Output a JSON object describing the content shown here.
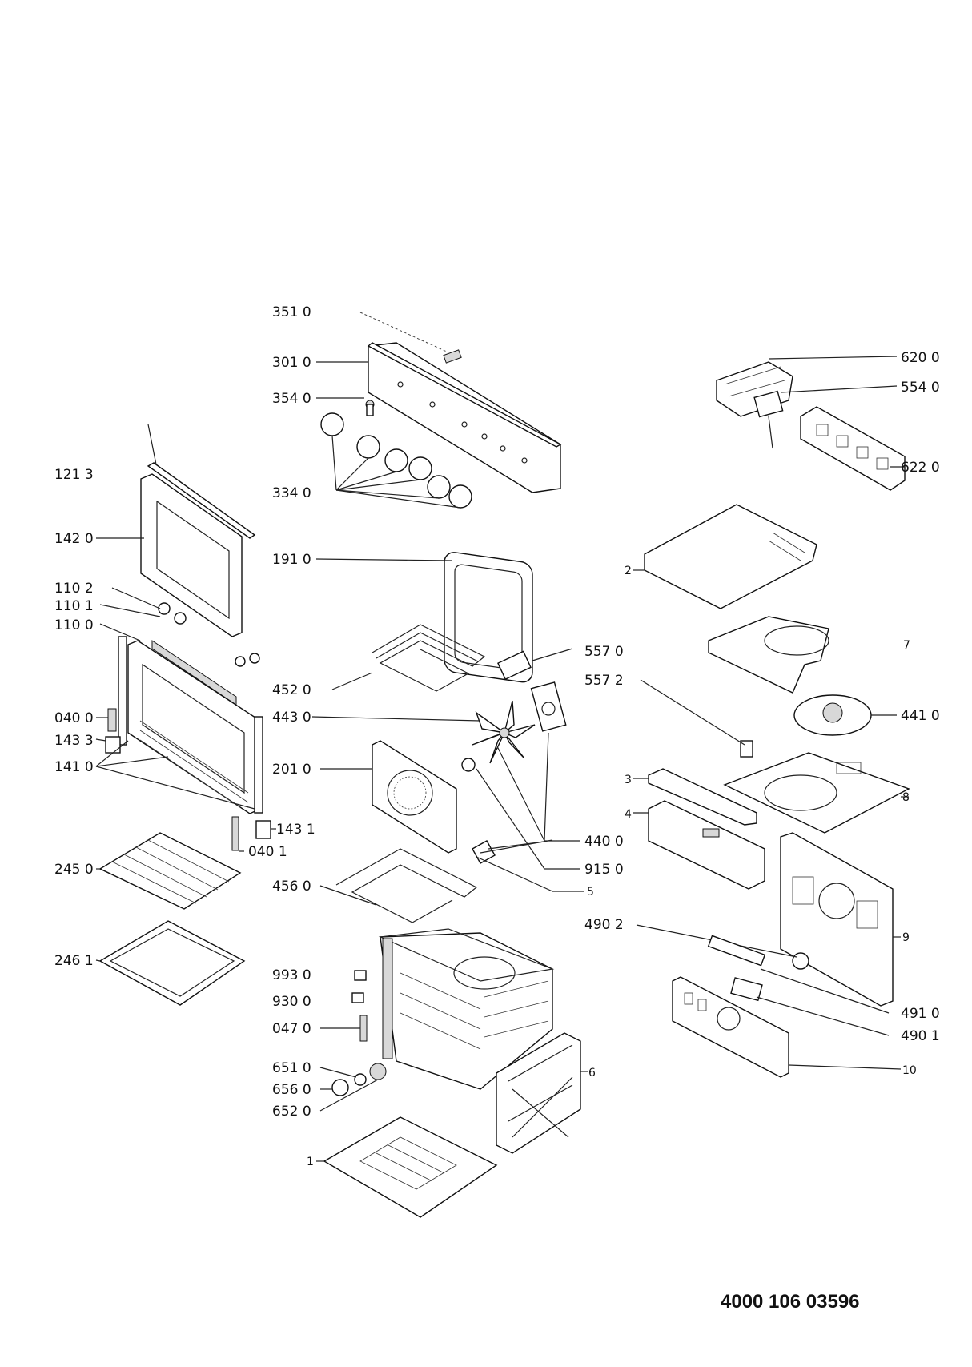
{
  "drawing_number": "4000 106 03596",
  "callouts": {
    "c3510": "351 0",
    "c3010": "301 0",
    "c3540": "354 0",
    "c3340": "334 0",
    "c1213": "121 3",
    "c1420": "142 0",
    "c1102": "110 2",
    "c1101": "110 1",
    "c1100": "110 0",
    "c0400": "040 0",
    "c1433": "143 3",
    "c1410": "141 0",
    "c1431": "143 1",
    "c0401": "040 1",
    "c2450": "245 0",
    "c2461": "246 1",
    "c1910": "191 0",
    "c4520": "452 0",
    "c5570": "557 0",
    "c4430": "443 0",
    "c5572": "557 2",
    "c2010": "201 0",
    "c4400": "440 0",
    "c9150": "915 0",
    "c4560": "456 0",
    "c5": "5",
    "c9930": "993 0",
    "c9300": "930 0",
    "c0470": "047 0",
    "c6510": "651 0",
    "c6560": "656 0",
    "c6520": "652 0",
    "c1": "1",
    "c6": "6",
    "c6200": "620 0",
    "c5540": "554 0",
    "c6220": "622 0",
    "c2": "2",
    "c7": "7",
    "c4410": "441 0",
    "c3": "3",
    "c4": "4",
    "c8": "8",
    "c9": "9",
    "c4902": "490 2",
    "c4910": "491 0",
    "c4901": "490 1",
    "c10": "10"
  }
}
